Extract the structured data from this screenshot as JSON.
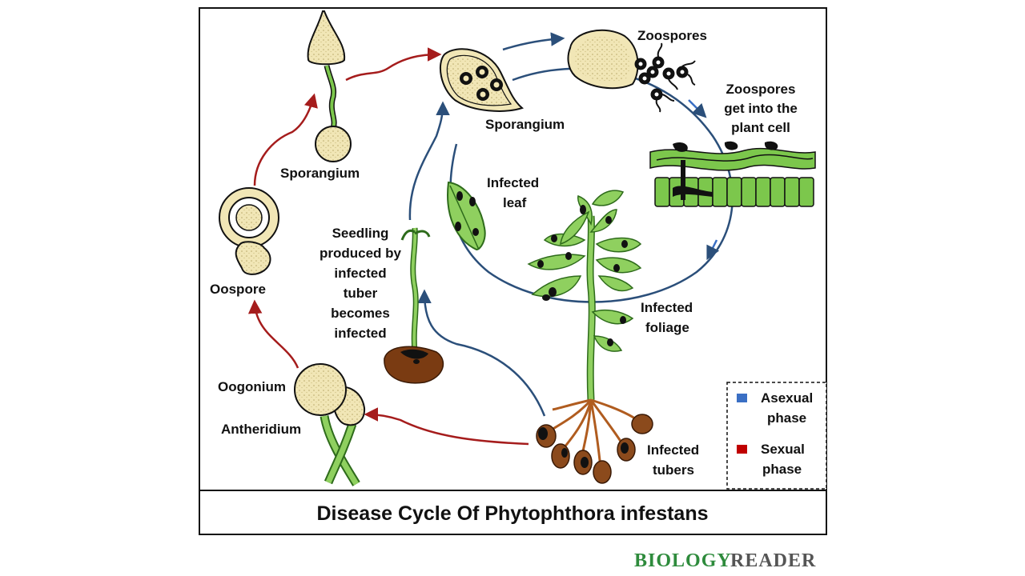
{
  "title": "Disease Cycle Of Phytophthora infestans",
  "brand": {
    "part1": "BIOLOGY",
    "part2": "READER"
  },
  "labels": {
    "zoospores": "Zoospores",
    "zoospores_enter": [
      "Zoospores",
      "get into the",
      "plant cell"
    ],
    "sporangium_top": "Sporangium",
    "sporangium_left": "Sporangium",
    "infected_leaf": [
      "Infected",
      "leaf"
    ],
    "seedling": [
      "Seedling",
      "produced by",
      "infected",
      "tuber",
      "becomes",
      "infected"
    ],
    "infected_foliage": [
      "Infected",
      "foliage"
    ],
    "infected_tubers": [
      "Infected",
      "tubers"
    ],
    "oospore": "Oospore",
    "oogonium": "Oogonium",
    "antheridium": "Antheridium"
  },
  "legend": {
    "asexual": {
      "line1": "Asexual",
      "line2": "phase",
      "color": "#3a6fc4"
    },
    "sexual": {
      "line1": "Sexual",
      "line2": "phase",
      "color": "#c00000"
    }
  },
  "colors": {
    "asexual_arrow": "#2b4f7a",
    "sexual_arrow": "#a51c1c",
    "cell_green": "#7cc74c",
    "spore_fill": "#f1e6b6",
    "tuber_brown": "#7a3b12"
  }
}
